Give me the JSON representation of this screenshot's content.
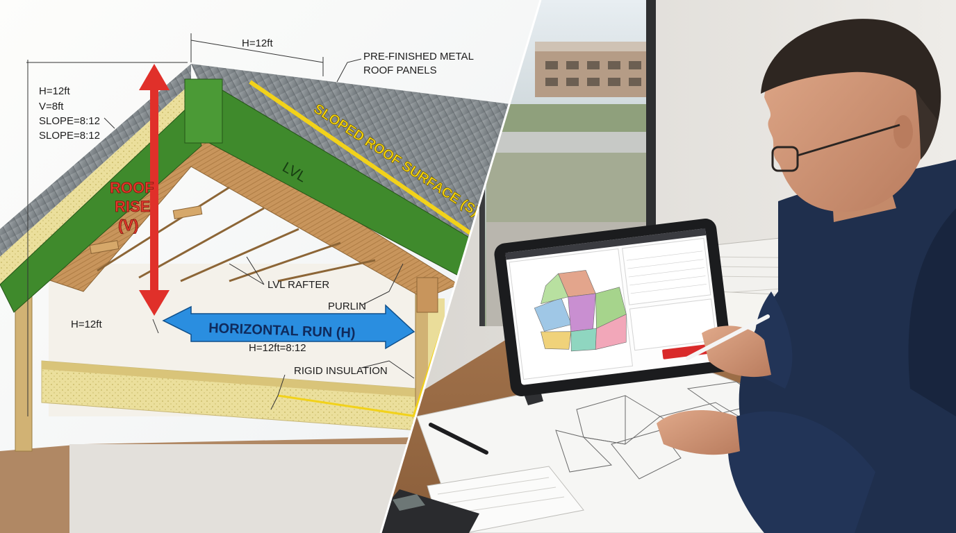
{
  "diagram": {
    "left_dims": [
      "H=12ft",
      "V=8ft",
      "SLOPE=8:12",
      "SLOPE=8:12"
    ],
    "top_dim": "H=12ft",
    "roof_panels": [
      "PRE-FINISHED METAL",
      "ROOF PANELS"
    ],
    "sloped_surface": "SLOPED ROOF SURFACE (S)",
    "lvl_beam": "LVL",
    "roof_rise": [
      "ROOF",
      "RISE",
      "(V)"
    ],
    "lvl_rafter": "LVL RAFTER",
    "purlin": "PURLIN",
    "horizontal_run": "HORIZONTAL RUN (H)",
    "run_dim_left": "H=12ft",
    "run_dim_below": "H=12ft=8:12",
    "rigid_insulation": "RIGID INSULATION",
    "colors": {
      "rise_arrow": "#e0302a",
      "run_arrow": "#2a8ee0",
      "slope_line": "#f2d21a",
      "lvl_green": "#3f8a2c",
      "insulation": "#e8dca0"
    }
  },
  "tablet": {
    "app_title": "",
    "plan_title": "",
    "calc_heading": "",
    "calc2_heading": "",
    "action_button": ""
  },
  "scene": {
    "objects": [
      "tablet",
      "stylus",
      "roof-plan-drawings",
      "pen",
      "notepad",
      "calculator",
      "document-stack",
      "window",
      "person"
    ]
  }
}
